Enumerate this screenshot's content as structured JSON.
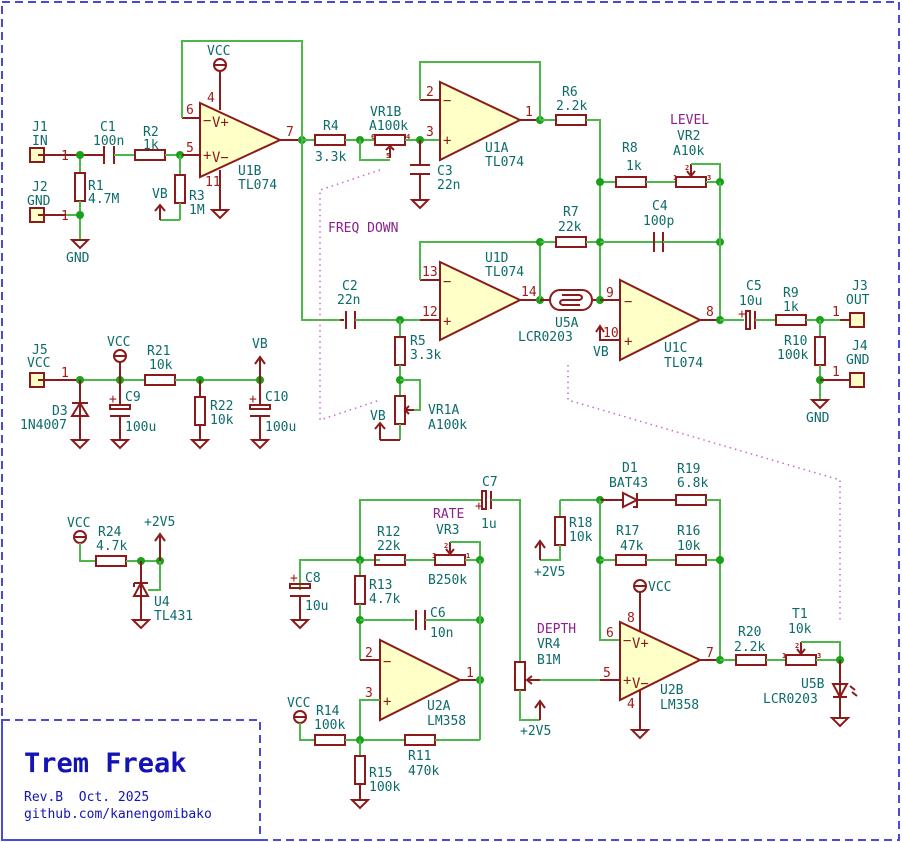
{
  "title_block": {
    "title": "Trem Freak",
    "revision_date": "Rev.B  Oct. 2025",
    "url": "github.com/kanengomibako"
  },
  "controls": {
    "freq_down": "FREQ DOWN",
    "level": "LEVEL",
    "rate": "RATE",
    "depth": "DEPTH"
  },
  "nets": {
    "vcc": "VCC",
    "vb": "VB",
    "gnd": "GND",
    "v2v5": "+2V5"
  },
  "connectors": [
    {
      "ref": "J1",
      "label": "IN",
      "pin": "1"
    },
    {
      "ref": "J2",
      "label": "GND",
      "pin": "1"
    },
    {
      "ref": "J3",
      "label": "OUT",
      "pin": "1"
    },
    {
      "ref": "J4",
      "label": "GND",
      "pin": "1"
    },
    {
      "ref": "J5",
      "label": "VCC",
      "pin": "1"
    }
  ],
  "resistors": {
    "R1": "4.7M",
    "R2": "1k",
    "R3": "1M",
    "R4": "3.3k",
    "R5": "3.3k",
    "R6": "2.2k",
    "R7": "22k",
    "R8": "1k",
    "R9": "1k",
    "R10": "100k",
    "R11": "470k",
    "R12": "22k",
    "R13": "4.7k",
    "R14": "100k",
    "R15": "100k",
    "R16": "10k",
    "R17": "47k",
    "R18": "10k",
    "R19": "6.8k",
    "R20": "2.2k",
    "R21": "10k",
    "R22": "10k",
    "R24": "4.7k"
  },
  "capacitors": {
    "C1": "100n",
    "C2": "22n",
    "C3": "22n",
    "C4": "100p",
    "C5": "10u",
    "C6": "10n",
    "C7": "1u",
    "C8": "10u",
    "C9": "100u",
    "C10": "100u"
  },
  "pots": {
    "VR1A": "A100k",
    "VR1B": "A100k",
    "VR2": "A10k",
    "VR3": "B250k",
    "VR4": "B1M",
    "T1": "10k"
  },
  "semis": {
    "U1A": "TL074",
    "U1B": "TL074",
    "U1C": "TL074",
    "U1D": "TL074",
    "U2A": "LM358",
    "U2B": "LM358",
    "U4": "TL431",
    "U5A": "LCR0203",
    "U5B": "LCR0203",
    "D1": "BAT43",
    "D3": "1N4007"
  },
  "pins": {
    "u1b": [
      "6",
      "5",
      "7",
      "4",
      "11"
    ],
    "u1a": [
      "2",
      "3",
      "1"
    ],
    "u1d": [
      "13",
      "12",
      "14"
    ],
    "u1c": [
      "9",
      "10",
      "8"
    ],
    "u2a": [
      "2",
      "3",
      "1"
    ],
    "u2b": [
      "6",
      "5",
      "7",
      "8",
      "4"
    ],
    "pot": [
      "1",
      "2",
      "3",
      "4",
      "5",
      "6"
    ]
  }
}
